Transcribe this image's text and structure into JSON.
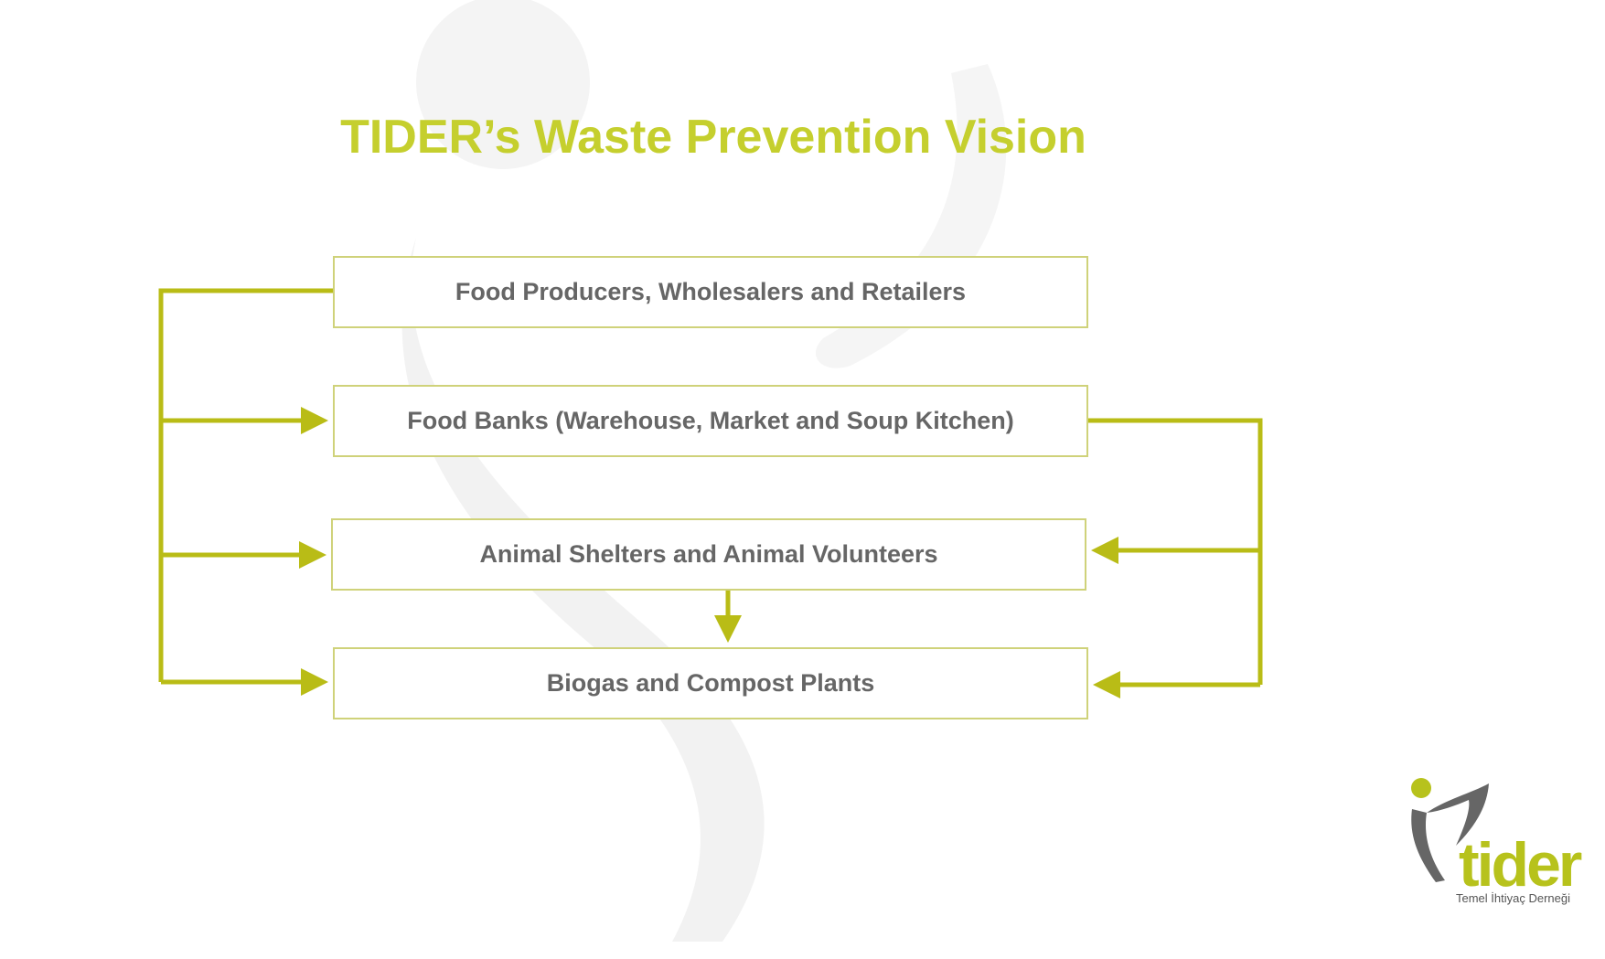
{
  "title": "TIDER’s Waste Prevention Vision",
  "boxes": [
    {
      "label": "Food Producers, Wholesalers and Retailers"
    },
    {
      "label": "Food Banks (Warehouse, Market and Soup Kitchen)"
    },
    {
      "label": "Animal Shelters and Animal Volunteers"
    },
    {
      "label": "Biogas and Compost Plants"
    }
  ],
  "logo": {
    "wordmark": "tider",
    "tagline": "Temel İhtiyaç Derneği"
  },
  "colors": {
    "accent": "#c5cf2e",
    "line": "#b9bc16",
    "box_border": "#cfd27a",
    "box_text": "#666666"
  }
}
